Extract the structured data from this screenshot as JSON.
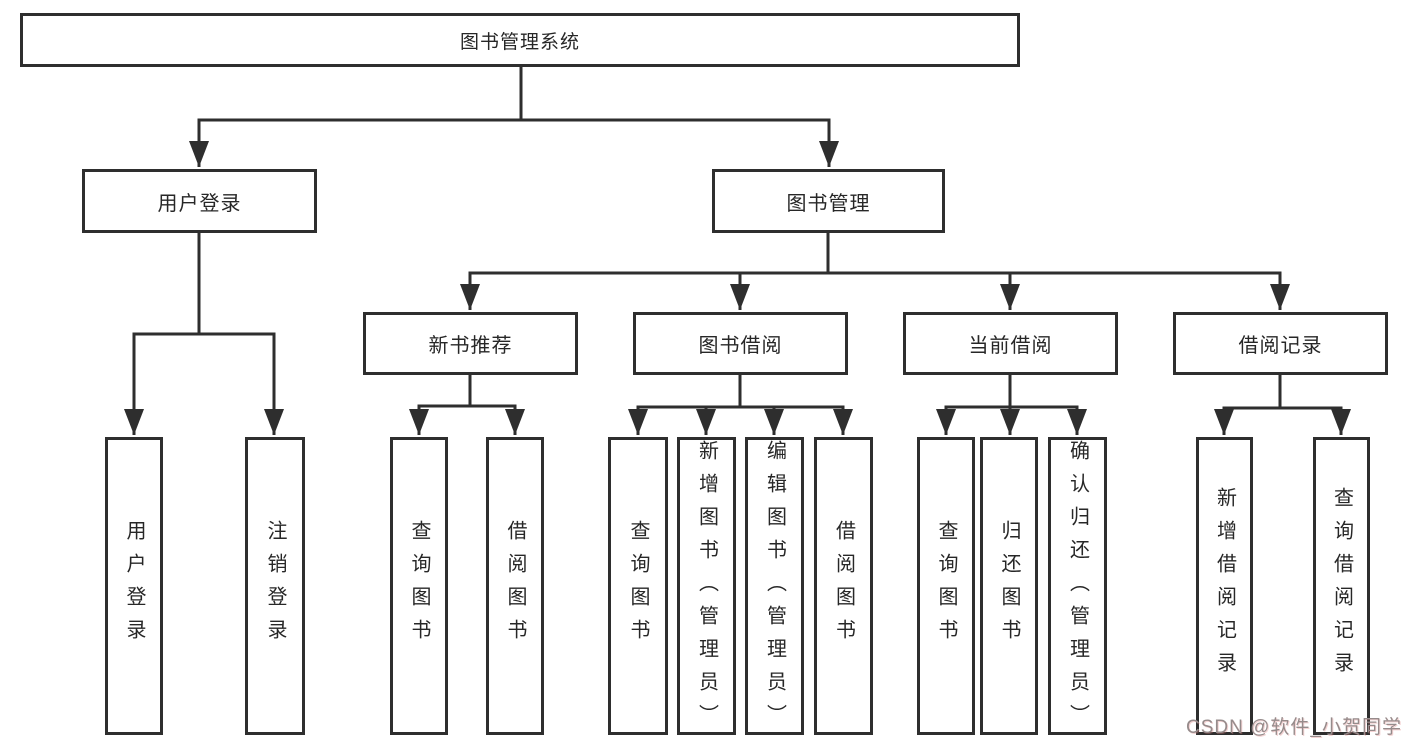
{
  "nodes": {
    "root": "图书管理系统",
    "user_login": "用户登录",
    "book_mgmt": "图书管理",
    "new_books": "新书推荐",
    "borrowing": "图书借阅",
    "current": "当前借阅",
    "records": "借阅记录",
    "ul_login": "用户登录",
    "ul_logout": "注销登录",
    "nb_query": "查询图书",
    "nb_borrow": "借阅图书",
    "bb_query": "查询图书",
    "bb_add": "新增图书（管理员）",
    "bb_edit": "编辑图书（管理员）",
    "bb_borrow": "借阅图书",
    "cb_query": "查询图书",
    "cb_return": "归还图书",
    "cb_confirm": "确认归还（管理员）",
    "br_add": "新增借阅记录",
    "br_query": "查询借阅记录"
  },
  "hierarchy": {
    "图书管理系统": {
      "用户登录": [
        "用户登录",
        "注销登录"
      ],
      "图书管理": {
        "新书推荐": [
          "查询图书",
          "借阅图书"
        ],
        "图书借阅": [
          "查询图书",
          "新增图书（管理员）",
          "编辑图书（管理员）",
          "借阅图书"
        ],
        "当前借阅": [
          "查询图书",
          "归还图书",
          "确认归还（管理员）"
        ],
        "借阅记录": [
          "新增借阅记录",
          "查询借阅记录"
        ]
      }
    }
  },
  "watermark": "CSDN @软件_小贺同学",
  "colors": {
    "line": "#2e2e2e",
    "box_border": "#2e2e2e",
    "text": "#272727",
    "background": "#ffffff",
    "watermark": "#968b8b"
  }
}
